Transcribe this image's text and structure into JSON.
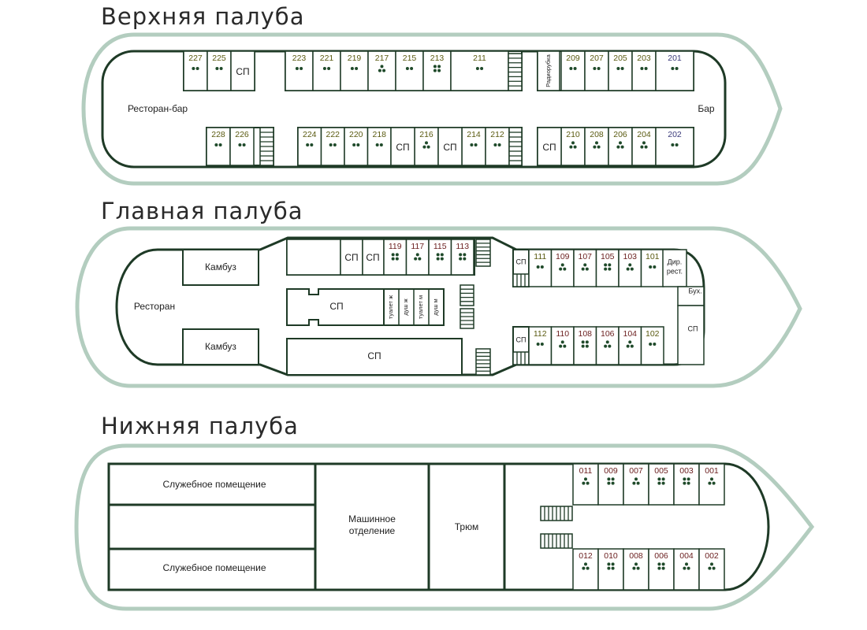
{
  "colors": {
    "hull_outer": "#b3cdbf",
    "wall": "#1e3a26",
    "num_olive": "#5a5a10",
    "num_blue": "#3a3a7a",
    "num_maroon": "#6a1e1e",
    "dot": "#1f4a2a"
  },
  "decks": {
    "upper": {
      "title": "Верхняя палуба",
      "areas": {
        "restaurant_bar": "Ресторан-бар",
        "bar": "Бар"
      },
      "labels": {
        "sp": "СП",
        "radio": "Радиорубка"
      },
      "cabins": [
        {
          "num": "227",
          "berths": 2,
          "color": "olive"
        },
        {
          "num": "225",
          "berths": 2,
          "color": "olive"
        },
        {
          "num": "223",
          "berths": 2,
          "color": "olive"
        },
        {
          "num": "221",
          "berths": 2,
          "color": "olive"
        },
        {
          "num": "219",
          "berths": 2,
          "color": "olive"
        },
        {
          "num": "217",
          "berths": 3,
          "color": "olive"
        },
        {
          "num": "215",
          "berths": 2,
          "color": "olive"
        },
        {
          "num": "213",
          "berths": 4,
          "color": "olive"
        },
        {
          "num": "211",
          "berths": 2,
          "color": "olive",
          "lux": true
        },
        {
          "num": "209",
          "berths": 2,
          "color": "olive"
        },
        {
          "num": "207",
          "berths": 2,
          "color": "olive"
        },
        {
          "num": "205",
          "berths": 2,
          "color": "olive"
        },
        {
          "num": "203",
          "berths": 2,
          "color": "olive"
        },
        {
          "num": "201",
          "berths": 2,
          "color": "blue",
          "lux": true
        },
        {
          "num": "228",
          "berths": 2,
          "color": "olive"
        },
        {
          "num": "226",
          "berths": 2,
          "color": "olive"
        },
        {
          "num": "224",
          "berths": 2,
          "color": "olive"
        },
        {
          "num": "222",
          "berths": 2,
          "color": "olive"
        },
        {
          "num": "220",
          "berths": 2,
          "color": "olive"
        },
        {
          "num": "218",
          "berths": 2,
          "color": "olive"
        },
        {
          "num": "216",
          "berths": 3,
          "color": "olive"
        },
        {
          "num": "214",
          "berths": 2,
          "color": "olive"
        },
        {
          "num": "212",
          "berths": 2,
          "color": "olive"
        },
        {
          "num": "210",
          "berths": 3,
          "color": "olive"
        },
        {
          "num": "208",
          "berths": 3,
          "color": "olive"
        },
        {
          "num": "206",
          "berths": 3,
          "color": "olive"
        },
        {
          "num": "204",
          "berths": 3,
          "color": "olive"
        },
        {
          "num": "202",
          "berths": 2,
          "color": "blue",
          "lux": true
        }
      ]
    },
    "main": {
      "title": "Главная палуба",
      "areas": {
        "restaurant": "Ресторан"
      },
      "labels": {
        "galley": "Камбуз",
        "sp": "СП",
        "toilet_f": "туалет ж",
        "shower_f": "душ ж",
        "toilet_m": "туалет м",
        "shower_m": "душ м",
        "dir_rest": "Дир. рест.",
        "buh": "Бух."
      },
      "cabins": [
        {
          "num": "119",
          "berths": 4,
          "color": "maroon"
        },
        {
          "num": "117",
          "berths": 3,
          "color": "maroon"
        },
        {
          "num": "115",
          "berths": 4,
          "color": "maroon"
        },
        {
          "num": "113",
          "berths": 4,
          "color": "maroon"
        },
        {
          "num": "111",
          "berths": 2,
          "color": "olive"
        },
        {
          "num": "109",
          "berths": 3,
          "color": "maroon"
        },
        {
          "num": "107",
          "berths": 3,
          "color": "maroon"
        },
        {
          "num": "105",
          "berths": 4,
          "color": "maroon"
        },
        {
          "num": "103",
          "berths": 3,
          "color": "maroon"
        },
        {
          "num": "101",
          "berths": 2,
          "color": "olive"
        },
        {
          "num": "112",
          "berths": 2,
          "color": "olive"
        },
        {
          "num": "110",
          "berths": 3,
          "color": "maroon"
        },
        {
          "num": "108",
          "berths": 4,
          "color": "maroon"
        },
        {
          "num": "106",
          "berths": 3,
          "color": "maroon"
        },
        {
          "num": "104",
          "berths": 3,
          "color": "maroon"
        },
        {
          "num": "102",
          "berths": 2,
          "color": "olive"
        }
      ]
    },
    "lower": {
      "title": "Нижняя палуба",
      "labels": {
        "service_1": "Служебное помещение",
        "service_2": "Служебное помещение",
        "engine_1": "Машинное",
        "engine_2": "отделение",
        "hold": "Трюм"
      },
      "cabins": [
        {
          "num": "011",
          "berths": 3,
          "color": "maroon"
        },
        {
          "num": "009",
          "berths": 4,
          "color": "maroon"
        },
        {
          "num": "007",
          "berths": 3,
          "color": "maroon"
        },
        {
          "num": "005",
          "berths": 4,
          "color": "maroon"
        },
        {
          "num": "003",
          "berths": 4,
          "color": "maroon"
        },
        {
          "num": "001",
          "berths": 3,
          "color": "maroon"
        },
        {
          "num": "012",
          "berths": 3,
          "color": "maroon"
        },
        {
          "num": "010",
          "berths": 4,
          "color": "maroon"
        },
        {
          "num": "008",
          "berths": 3,
          "color": "maroon"
        },
        {
          "num": "006",
          "berths": 4,
          "color": "maroon"
        },
        {
          "num": "004",
          "berths": 3,
          "color": "maroon"
        },
        {
          "num": "002",
          "berths": 3,
          "color": "maroon"
        }
      ]
    }
  }
}
